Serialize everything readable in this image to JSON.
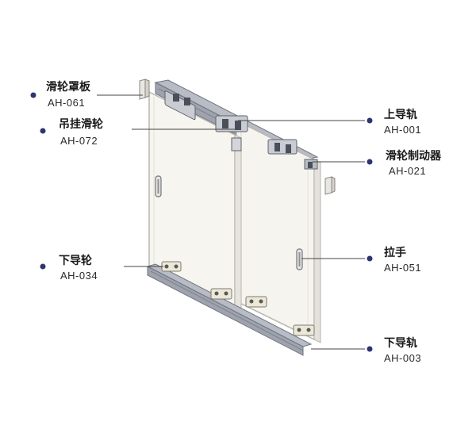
{
  "labels": [
    {
      "id": "pulley-cover",
      "name": "滑轮罩板",
      "code": "AH-061"
    },
    {
      "id": "hanging-pulley",
      "name": "吊挂滑轮",
      "code": "AH-072"
    },
    {
      "id": "lower-guide-wheel",
      "name": "下导轮",
      "code": "AH-034"
    },
    {
      "id": "upper-rail",
      "name": "上导轨",
      "code": "AH-001"
    },
    {
      "id": "pulley-stopper",
      "name": "滑轮制动器",
      "code": "AH-021"
    },
    {
      "id": "handle",
      "name": "拉手",
      "code": "AH-051"
    },
    {
      "id": "lower-rail",
      "name": "下导轨",
      "code": "AH-003"
    }
  ],
  "colors": {
    "bullet": "#2e3470",
    "leader": "#444444",
    "rail": "#9ea3ad",
    "rail_dark": "#6f7480",
    "panel": "#f6f4ef",
    "panel_edge": "#b9b6ae"
  }
}
